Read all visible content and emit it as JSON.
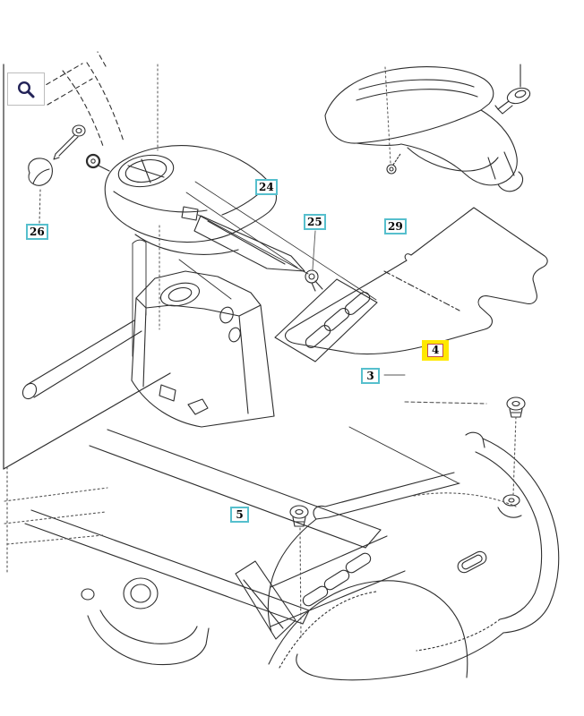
{
  "toolbar": {
    "zoom_button": {
      "icon": "magnifier-icon"
    }
  },
  "diagram": {
    "type": "exploded-parts-diagram",
    "labels": [
      {
        "id": "26",
        "text": "26",
        "highlighted": false
      },
      {
        "id": "24",
        "text": "24",
        "highlighted": false
      },
      {
        "id": "25",
        "text": "25",
        "highlighted": false
      },
      {
        "id": "29",
        "text": "29",
        "highlighted": false
      },
      {
        "id": "4",
        "text": "4",
        "highlighted": true
      },
      {
        "id": "3",
        "text": "3",
        "highlighted": false
      },
      {
        "id": "5",
        "text": "5",
        "highlighted": false
      }
    ],
    "colors": {
      "label_border": "#56bfcd",
      "highlight_background": "#ffe800",
      "highlight_inner_border": "#c0504d",
      "line_art": "#2e2e2e",
      "zoom_icon": "#232358"
    }
  }
}
